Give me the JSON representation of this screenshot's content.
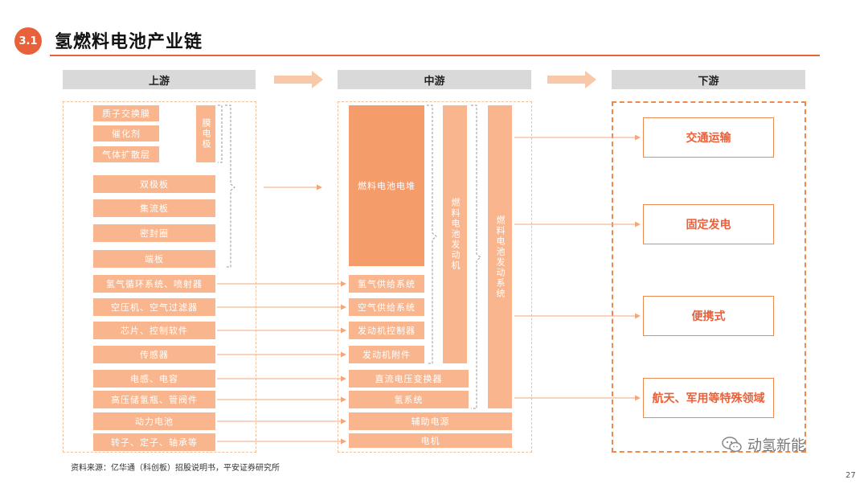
{
  "header": {
    "badge": "3.1",
    "title": "氢燃料电池产业链"
  },
  "columns": {
    "upstream": "上游",
    "midstream": "中游",
    "downstream": "下游"
  },
  "upstream": {
    "membrane_group": [
      "质子交换膜",
      "催化剂",
      "气体扩散层"
    ],
    "membrane_electrode": "膜电极",
    "stack_parts": [
      "双极板",
      "集流板",
      "密封圈",
      "端板"
    ],
    "supply_items": [
      "氢气循环系统、喷射器",
      "空压机、空气过滤器",
      "芯片、控制软件",
      "传感器",
      "电感、电容",
      "高压储氢瓶、管阀件",
      "动力电池",
      "转子、定子、轴承等"
    ]
  },
  "midstream": {
    "stack": "燃料电池电堆",
    "subsystems": [
      "氢气供给系统",
      "空气供给系统",
      "发动机控制器",
      "发动机附件"
    ],
    "dcdc": "直流电压变换器",
    "hydrogen_system": "氢系统",
    "aux_power": "辅助电源",
    "motor": "电机",
    "engine": "燃料电池发动机",
    "engine_system": "燃料电池发动系统"
  },
  "downstream": {
    "apps": [
      "交通运输",
      "固定发电",
      "便携式",
      "航天、军用等特殊领域"
    ]
  },
  "footer": {
    "source": "资料来源：亿华通（科创板）招股说明书，平安证券研究所",
    "page": "27",
    "watermark": "动氢新能"
  },
  "colors": {
    "accent": "#e8613a",
    "box": "#f9b68e",
    "box_mid": "#f59d6a",
    "border": "#ee8a4f"
  }
}
